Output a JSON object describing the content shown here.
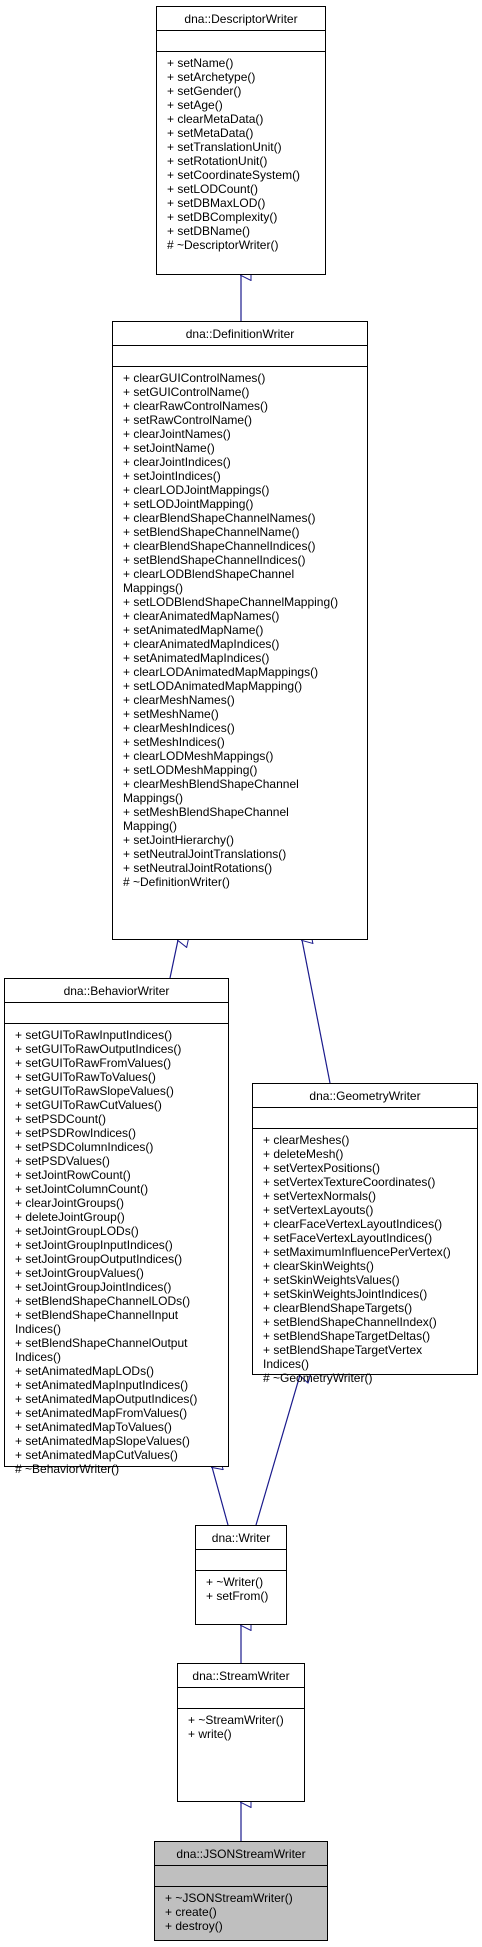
{
  "classes": {
    "descriptor": {
      "name": "dna::DescriptorWriter",
      "methods": [
        "+ setName()",
        "+ setArchetype()",
        "+ setGender()",
        "+ setAge()",
        "+ clearMetaData()",
        "+ setMetaData()",
        "+ setTranslationUnit()",
        "+ setRotationUnit()",
        "+ setCoordinateSystem()",
        "+ setLODCount()",
        "+ setDBMaxLOD()",
        "+ setDBComplexity()",
        "+ setDBName()",
        "# ~DescriptorWriter()"
      ]
    },
    "definition": {
      "name": "dna::DefinitionWriter",
      "methods": [
        "+ clearGUIControlNames()",
        "+ setGUIControlName()",
        "+ clearRawControlNames()",
        "+ setRawControlName()",
        "+ clearJointNames()",
        "+ setJointName()",
        "+ clearJointIndices()",
        "+ setJointIndices()",
        "+ clearLODJointMappings()",
        "+ setLODJointMapping()",
        "+ clearBlendShapeChannelNames()",
        "+ setBlendShapeChannelName()",
        "+ clearBlendShapeChannelIndices()",
        "+ setBlendShapeChannelIndices()",
        "+ clearLODBlendShapeChannel",
        "Mappings()",
        "+ setLODBlendShapeChannelMapping()",
        "+ clearAnimatedMapNames()",
        "+ setAnimatedMapName()",
        "+ clearAnimatedMapIndices()",
        "+ setAnimatedMapIndices()",
        "+ clearLODAnimatedMapMappings()",
        "+ setLODAnimatedMapMapping()",
        "+ clearMeshNames()",
        "+ setMeshName()",
        "+ clearMeshIndices()",
        "+ setMeshIndices()",
        "+ clearLODMeshMappings()",
        "+ setLODMeshMapping()",
        "+ clearMeshBlendShapeChannel",
        "Mappings()",
        "+ setMeshBlendShapeChannel",
        "Mapping()",
        "+ setJointHierarchy()",
        "+ setNeutralJointTranslations()",
        "+ setNeutralJointRotations()",
        "# ~DefinitionWriter()"
      ]
    },
    "behavior": {
      "name": "dna::BehaviorWriter",
      "methods": [
        "+ setGUIToRawInputIndices()",
        "+ setGUIToRawOutputIndices()",
        "+ setGUIToRawFromValues()",
        "+ setGUIToRawToValues()",
        "+ setGUIToRawSlopeValues()",
        "+ setGUIToRawCutValues()",
        "+ setPSDCount()",
        "+ setPSDRowIndices()",
        "+ setPSDColumnIndices()",
        "+ setPSDValues()",
        "+ setJointRowCount()",
        "+ setJointColumnCount()",
        "+ clearJointGroups()",
        "+ deleteJointGroup()",
        "+ setJointGroupLODs()",
        "+ setJointGroupInputIndices()",
        "+ setJointGroupOutputIndices()",
        "+ setJointGroupValues()",
        "+ setJointGroupJointIndices()",
        "+ setBlendShapeChannelLODs()",
        "+ setBlendShapeChannelInput",
        "Indices()",
        "+ setBlendShapeChannelOutput",
        "Indices()",
        "+ setAnimatedMapLODs()",
        "+ setAnimatedMapInputIndices()",
        "+ setAnimatedMapOutputIndices()",
        "+ setAnimatedMapFromValues()",
        "+ setAnimatedMapToValues()",
        "+ setAnimatedMapSlopeValues()",
        "+ setAnimatedMapCutValues()",
        "# ~BehaviorWriter()"
      ]
    },
    "geometry": {
      "name": "dna::GeometryWriter",
      "methods": [
        "+ clearMeshes()",
        "+ deleteMesh()",
        "+ setVertexPositions()",
        "+ setVertexTextureCoordinates()",
        "+ setVertexNormals()",
        "+ setVertexLayouts()",
        "+ clearFaceVertexLayoutIndices()",
        "+ setFaceVertexLayoutIndices()",
        "+ setMaximumInfluencePerVertex()",
        "+ clearSkinWeights()",
        "+ setSkinWeightsValues()",
        "+ setSkinWeightsJointIndices()",
        "+ clearBlendShapeTargets()",
        "+ setBlendShapeChannelIndex()",
        "+ setBlendShapeTargetDeltas()",
        "+ setBlendShapeTargetVertex",
        "Indices()",
        "# ~GeometryWriter()"
      ]
    },
    "writer": {
      "name": "dna::Writer",
      "methods": [
        "+ ~Writer()",
        "+ setFrom()"
      ]
    },
    "stream": {
      "name": "dna::StreamWriter",
      "methods": [
        "+ ~StreamWriter()",
        "+ write()"
      ]
    },
    "json": {
      "name": "dna::JSONStreamWriter",
      "methods": [
        "+ ~JSONStreamWriter()",
        "+ create()",
        "+ destroy()"
      ]
    }
  }
}
